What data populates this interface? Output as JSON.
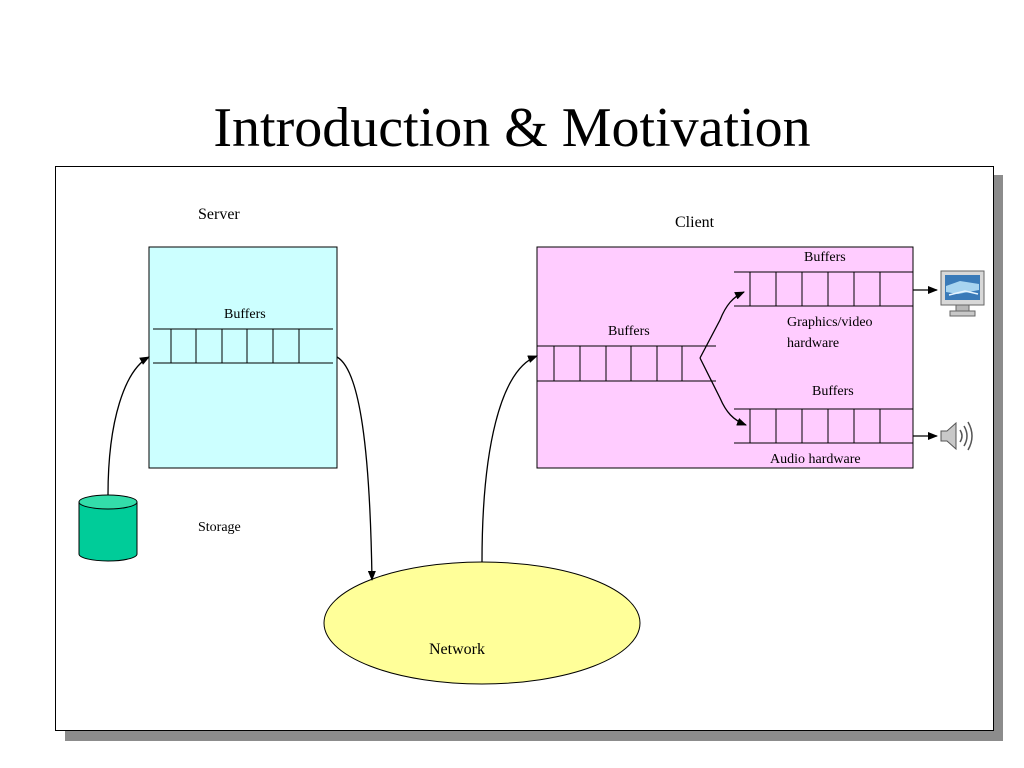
{
  "slide": {
    "title": "Introduction & Motivation"
  },
  "labels": {
    "server": "Server",
    "client": "Client",
    "server_buffers": "Buffers",
    "client_buffers": "Buffers",
    "video_buffers": "Buffers",
    "audio_buffers": "Buffers",
    "graphics_line1": "Graphics/video",
    "graphics_line2": "hardware",
    "audio_hardware": "Audio hardware",
    "storage": "Storage",
    "network": "Network"
  },
  "colors": {
    "server_fill": "#ccffff",
    "client_fill": "#ffccff",
    "network_fill": "#ffff99",
    "storage_fill": "#00cc99",
    "frame_shadow": "#8c8c8c"
  },
  "icons": {
    "display": "monitor-icon",
    "audio": "speaker-icon"
  }
}
